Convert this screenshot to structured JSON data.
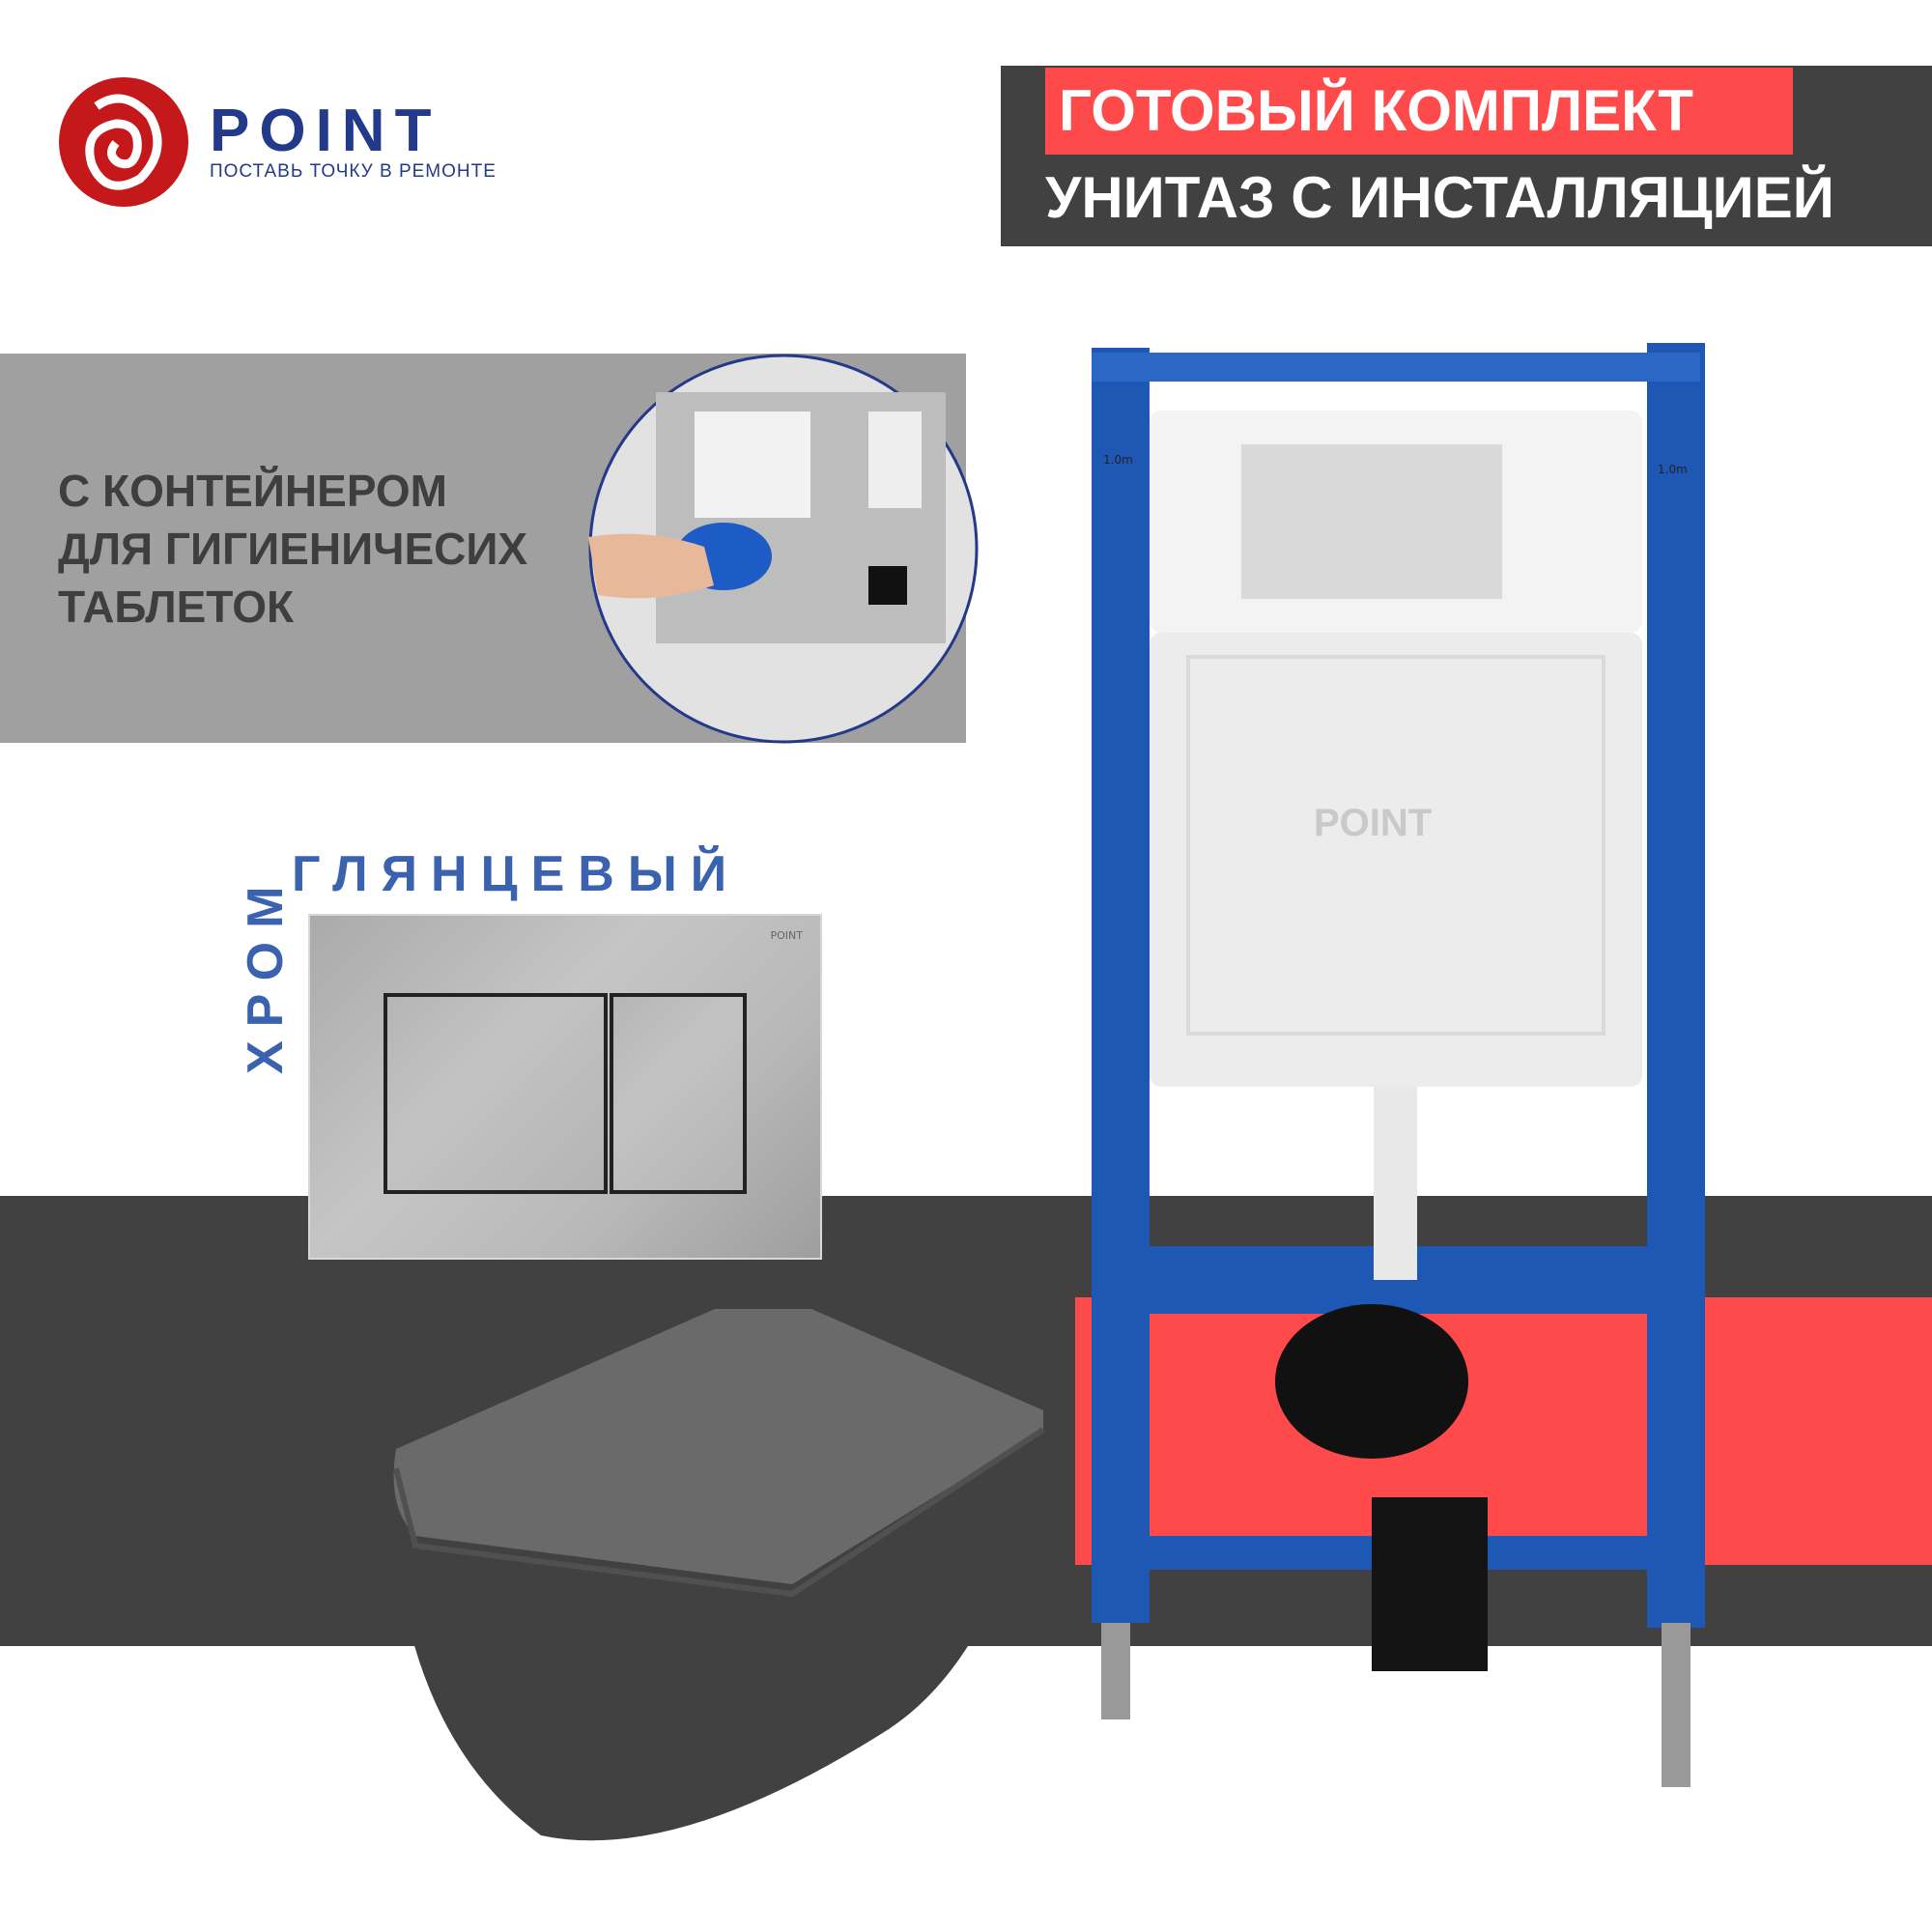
{
  "brand": {
    "name": "POINT",
    "tagline": "ПОСТАВЬ ТОЧКУ В РЕМОНТЕ",
    "logo_color": "#c4181b",
    "text_color": "#233a8a"
  },
  "header": {
    "line1": "ГОТОВЫЙ КОМПЛЕКТ",
    "line2": "УНИТАЗ С ИНСТАЛЛЯЦИЕЙ",
    "accent": "#fe4a4a",
    "background": "#414141"
  },
  "feature": {
    "lines": [
      "С КОНТЕЙНЕРОМ",
      "ДЛЯ ГИГИЕНИЧЕСИХ",
      "ТАБЛЕТОК"
    ]
  },
  "finish": {
    "gloss": "ГЛЯНЦЕВЫЙ",
    "chrome": "ХРОМ",
    "color": "#3b62ae"
  },
  "plate": {
    "logo": "POINT"
  },
  "frame": {
    "logo": "POINT",
    "marks": [
      "1.0m",
      "1.0m"
    ],
    "color": "#1f58b4"
  }
}
